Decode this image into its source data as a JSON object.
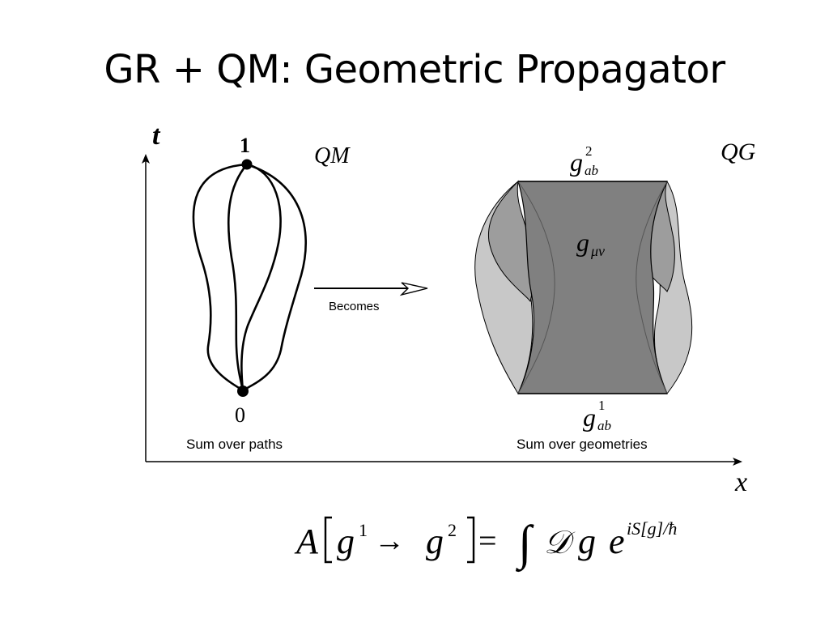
{
  "slide": {
    "title": "GR + QM: Geometric Propagator"
  },
  "axes": {
    "t_label": "t",
    "x_label": "x"
  },
  "qm_panel": {
    "label": "QM",
    "start_point": "0",
    "end_point": "1",
    "caption": "Sum over paths"
  },
  "arrow": {
    "label": "Becomes"
  },
  "qg_panel": {
    "label": "QG",
    "metric_top": {
      "base": "g",
      "sub": "ab",
      "sup": "2"
    },
    "metric_bottom": {
      "base": "g",
      "sub": "ab",
      "sup": "1"
    },
    "metric_bulk": {
      "base": "g",
      "sub": "μν"
    },
    "caption": "Sum over geometries"
  },
  "formula": {
    "lhs": "A",
    "g": "g",
    "sup1": "1",
    "sup2": "2",
    "arrow": "→",
    "equals": "=",
    "integral": "∫",
    "measure": "𝒟",
    "exp_base": "e",
    "exponent": "iS[g]/ħ"
  },
  "colors": {
    "bulk_fill": "#808080",
    "side_dark": "#9a9a9a",
    "side_light": "#c8c8c8",
    "ink": "#000000"
  }
}
